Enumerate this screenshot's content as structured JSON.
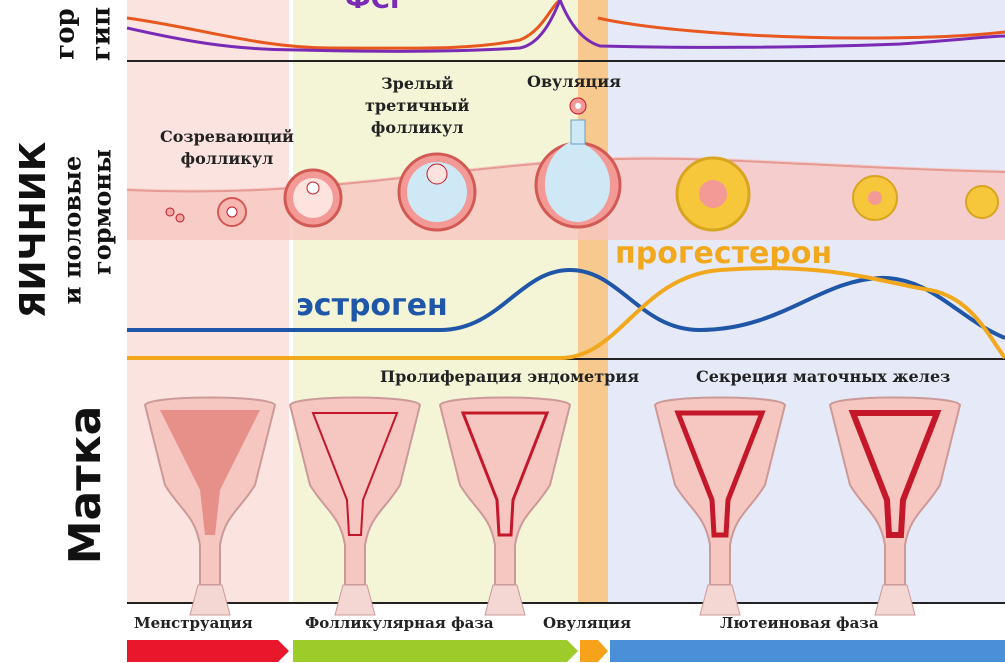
{
  "side_labels": {
    "pituitary_top": "гор",
    "pituitary_bottom": "гип",
    "ovary_main": "ЯИЧНИК",
    "ovary_sub_line1": "и половые",
    "ovary_sub_line2": "гормоны",
    "uterus": "Матка"
  },
  "hormones": {
    "fsh_label": "ФСГ",
    "estrogen_label": "эстроген",
    "progesterone_label": "прогестерон"
  },
  "follicle_labels": {
    "maturing": [
      "Созревающий",
      "фолликул"
    ],
    "mature_tertiary": [
      "Зрелый",
      "третичный",
      "фолликул"
    ],
    "ovulation": "Овуляция"
  },
  "uterus_labels": {
    "proliferation": "Пролиферация эндометрия",
    "secretion": "Секреция маточных желез"
  },
  "phases": [
    {
      "label": "Менструация",
      "color": "#e8172b"
    },
    {
      "label": "Фолликулярная фаза",
      "color": "#9ccb2a"
    },
    {
      "label": "Овуляция",
      "color": "#f6a21a"
    },
    {
      "label": "Лютеиновая фаза",
      "color": "#4a90d9"
    }
  ],
  "colors": {
    "menstruation_bg": "#fbe3df",
    "follicular_bg": "#f3f5d6",
    "ovulation_bg": "#f7c98e",
    "luteal_bg": "#e6e9f7",
    "estrogen": "#1f56a8",
    "progesterone": "#f2a81d",
    "fsh": "#7a2bb5",
    "lh": "#e8571d",
    "endometrium": "#c4182a"
  }
}
